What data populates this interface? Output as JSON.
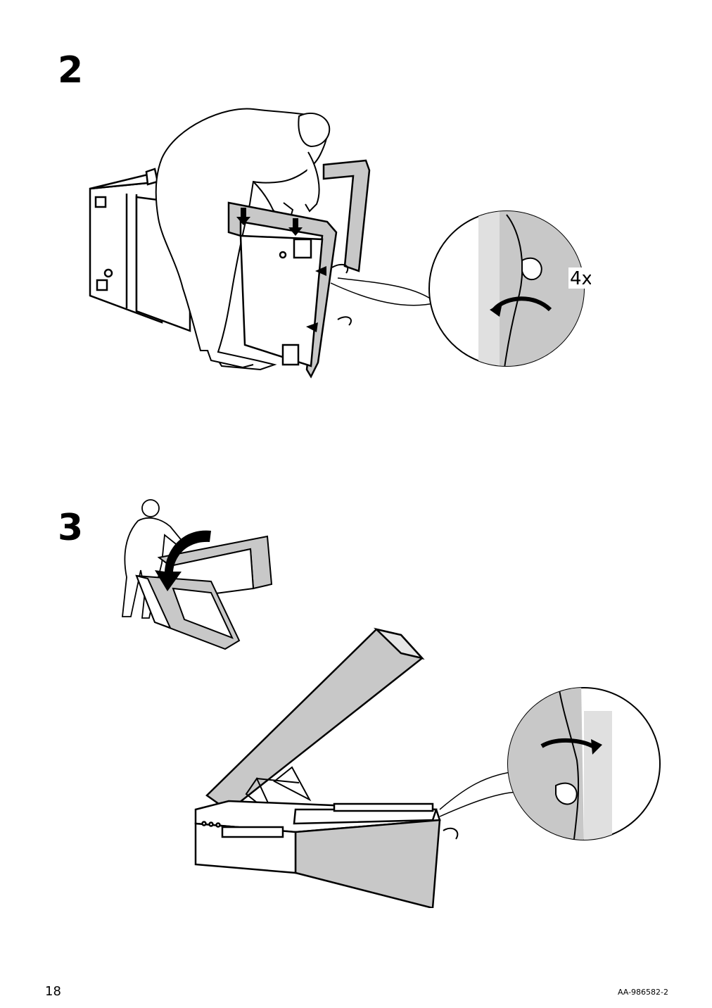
{
  "steps": [
    {
      "number": "2",
      "callout_count": "4x"
    },
    {
      "number": "3"
    }
  ],
  "footer": {
    "page_number": "18",
    "document_code": "AA-986582-2"
  },
  "colors": {
    "ink": "#000000",
    "fabric_gray": "#c8c8c8",
    "paper": "#ffffff"
  },
  "icons": [
    "person-lifting",
    "rotate-arrow-icon",
    "down-arrow-icon",
    "curved-arrow-icon",
    "magnify-circle"
  ]
}
